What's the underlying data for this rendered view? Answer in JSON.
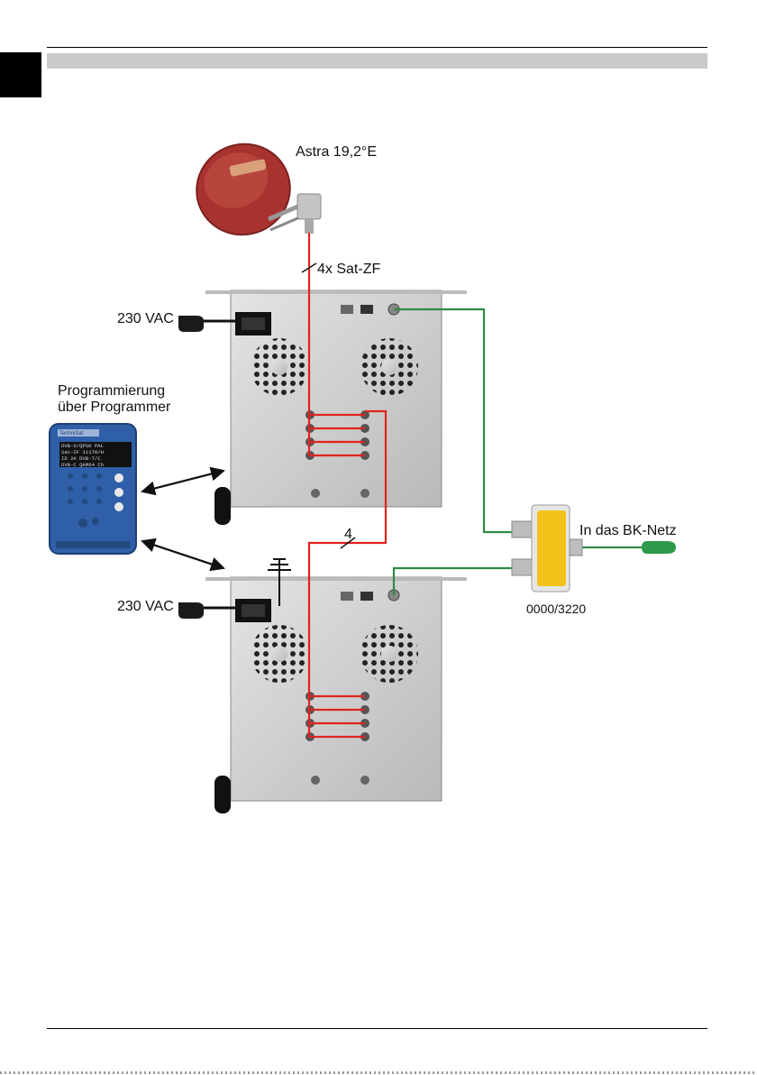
{
  "labels": {
    "satellite": "Astra 19,2°E",
    "feed": "4x Sat-ZF",
    "power_top": "230 VAC",
    "power_bottom": "230 VAC",
    "programming_line1": "Programmierung",
    "programming_line2": "über Programmer",
    "link_count": "4",
    "bk_net": "In das BK-Netz",
    "splitter_part": "0000/3220"
  },
  "programmer": {
    "brand": "TechniSat",
    "screen": [
      "DVB-S/QPSK   PAL",
      "Sat-ZF 11170/H",
      "ID 2A   DVB-T/C",
      "DVB-C  QAM64  Ch"
    ]
  },
  "colors": {
    "sat_line": "#e0231f",
    "output_line": "#2e8b45",
    "dish": "#a8332e",
    "chassis": "#cfcfcf",
    "splitter": "#f2c21a",
    "programmer": "#2f5fa8"
  }
}
